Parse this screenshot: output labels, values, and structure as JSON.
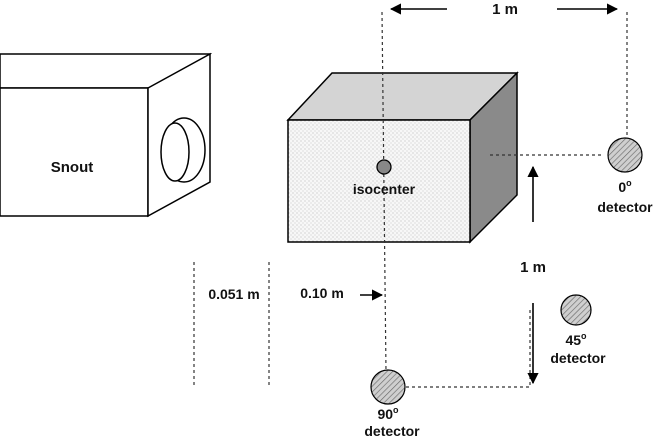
{
  "labels": {
    "snout": "Snout",
    "isocenter": "isocenter",
    "distance_top": "1 m",
    "distance_right": "1 m",
    "distance_snout_gap": "0.051 m",
    "distance_snout_iso": "0.10 m",
    "det0_angle": "0",
    "det0_word": "detector",
    "det45_angle": "45",
    "det45_word": "detector",
    "det90_angle": "90",
    "det90_word": "detector",
    "degree_mark": "o"
  }
}
